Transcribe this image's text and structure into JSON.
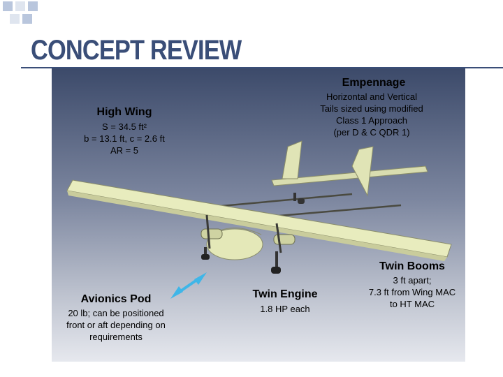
{
  "slide": {
    "title": "CONCEPT REVIEW"
  },
  "callouts": {
    "empennage": {
      "heading": "Empennage",
      "lines": [
        "Horizontal and Vertical",
        "Tails sized using modified",
        "Class 1 Approach",
        "(per D & C QDR 1)"
      ]
    },
    "high_wing": {
      "heading": "High Wing",
      "lines": [
        "S = 34.5 ft²",
        "b = 13.1 ft, c = 2.6 ft",
        "AR = 5"
      ]
    },
    "twin_booms": {
      "heading": "Twin Booms",
      "lines": [
        "3 ft apart;",
        "7.3 ft from Wing MAC",
        "to HT MAC"
      ]
    },
    "avionics_pod": {
      "heading": "Avionics Pod",
      "lines": [
        "20 lb; can be positioned",
        "front or aft depending on",
        "requirements"
      ]
    },
    "twin_engine": {
      "heading": "Twin Engine",
      "lines": [
        "1.8 HP each"
      ]
    }
  },
  "colors": {
    "title": "#3a4e78",
    "airframe": "#e4e8b8",
    "arrow": "#3fb6e8"
  }
}
